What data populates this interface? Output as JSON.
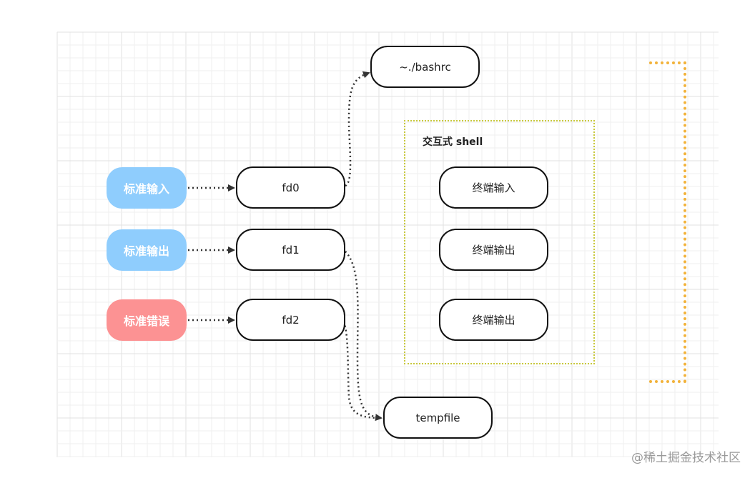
{
  "inputs": {
    "stdin": "标准输入",
    "stdout": "标准输出",
    "stderr": "标准错误"
  },
  "fds": {
    "fd0": "fd0",
    "fd1": "fd1",
    "fd2": "fd2"
  },
  "targets": {
    "bashrc": "~./bashrc",
    "tempfile": "tempfile"
  },
  "shell": {
    "title": "交互式 shell",
    "terminal_input": "终端输入",
    "terminal_output_1": "终端输出",
    "terminal_output_2": "终端输出"
  },
  "watermark": "@稀土掘金技术社区",
  "colors": {
    "pill_blue": "#8fcdfd",
    "pill_red": "#fc9293",
    "group_border": "#c8c83c",
    "bracket": "#f2b23a"
  }
}
